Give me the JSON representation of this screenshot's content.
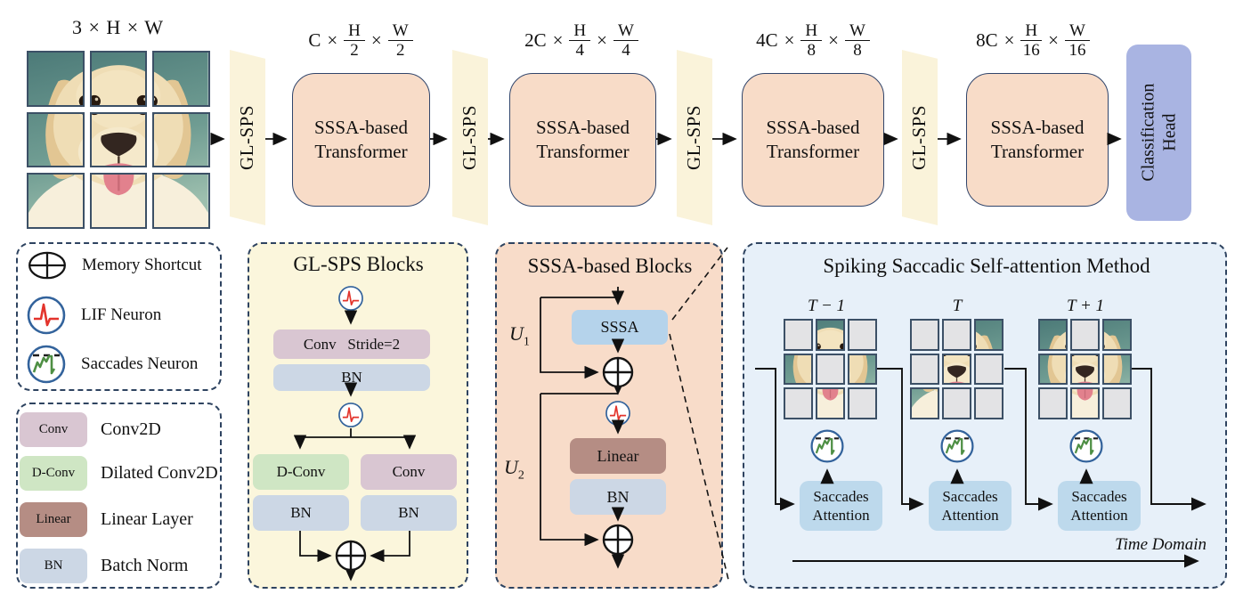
{
  "pipeline": {
    "input_label": "3 × H × W",
    "glsps_label": "GL-SPS",
    "times_symbol": "×",
    "stages": [
      {
        "channels": "C",
        "h_num": "H",
        "h_den": "2",
        "w_num": "W",
        "w_den": "2",
        "box_line1": "SSSA-based",
        "box_line2": "Transformer"
      },
      {
        "channels": "2C",
        "h_num": "H",
        "h_den": "4",
        "w_num": "W",
        "w_den": "4",
        "box_line1": "SSSA-based",
        "box_line2": "Transformer"
      },
      {
        "channels": "4C",
        "h_num": "H",
        "h_den": "8",
        "w_num": "W",
        "w_den": "8",
        "box_line1": "SSSA-based",
        "box_line2": "Transformer"
      },
      {
        "channels": "8C",
        "h_num": "H",
        "h_den": "16",
        "w_num": "W",
        "w_den": "16",
        "box_line1": "SSSA-based",
        "box_line2": "Transformer"
      }
    ],
    "head_line1": "Classification",
    "head_line2": "Head"
  },
  "legend_icons": {
    "items": [
      {
        "icon": "plus-circle-icon",
        "label": "Memory Shortcut"
      },
      {
        "icon": "lif-neuron-icon",
        "label": "LIF Neuron"
      },
      {
        "icon": "saccades-neuron-icon",
        "label": "Saccades Neuron"
      }
    ]
  },
  "legend_layers": {
    "items": [
      {
        "chip": "Conv",
        "label": "Conv2D",
        "color": "#d9c6d2"
      },
      {
        "chip": "D-Conv",
        "label": "Dilated Conv2D",
        "color": "#cfe6c4"
      },
      {
        "chip": "Linear",
        "label": "Linear Layer",
        "color": "#b58d84"
      },
      {
        "chip": "BN",
        "label": "Batch Norm",
        "color": "#ccd7e5"
      }
    ]
  },
  "glsps_block": {
    "title": "GL-SPS Blocks",
    "conv_stride_label": "Conv   Stride=2",
    "bn_label": "BN",
    "dconv_label": "D-Conv",
    "conv_label": "Conv",
    "bn_left_label": "BN",
    "bn_right_label": "BN"
  },
  "sssa_block": {
    "title": "SSSA-based Blocks",
    "u1_base": "U",
    "u1_sub": "1",
    "u2_base": "U",
    "u2_sub": "2",
    "sssa_label": "SSSA",
    "linear_label": "Linear",
    "bn_label": "BN"
  },
  "attention_panel": {
    "title": "Spiking Saccadic Self-attention Method",
    "timesteps": [
      {
        "label": "T − 1"
      },
      {
        "label": "T"
      },
      {
        "label": "T + 1"
      }
    ],
    "attention_line1": "Saccades",
    "attention_line2": "Attention",
    "time_axis_label": "Time Domain"
  },
  "grids": {
    "main": {
      "mask": [
        1,
        1,
        1,
        1,
        1,
        1,
        1,
        1,
        1
      ]
    },
    "t_prev": {
      "mask": [
        0,
        1,
        0,
        1,
        0,
        1,
        0,
        1,
        0
      ]
    },
    "t_curr": {
      "mask": [
        0,
        0,
        1,
        0,
        1,
        0,
        1,
        0,
        0
      ]
    },
    "t_next": {
      "mask": [
        1,
        0,
        1,
        1,
        1,
        1,
        0,
        1,
        0
      ]
    }
  },
  "colors": {
    "stage_box_fill": "#f8dcc8",
    "glsps_fill": "#faf3da",
    "glsps_panel_fill": "#fbf6dc",
    "sssa_panel_fill": "#f8dcc9",
    "attention_panel_fill": "#e7f0f9",
    "head_fill": "#a9b4e2",
    "sssa_box_fill": "#b5d3eb",
    "attention_box_fill": "#bdd9ec",
    "dashed_border": "#2e4360",
    "lif_spike": "#e3342c",
    "saccade_trace": "#4e8f44",
    "neuron_ring": "#33639c"
  }
}
